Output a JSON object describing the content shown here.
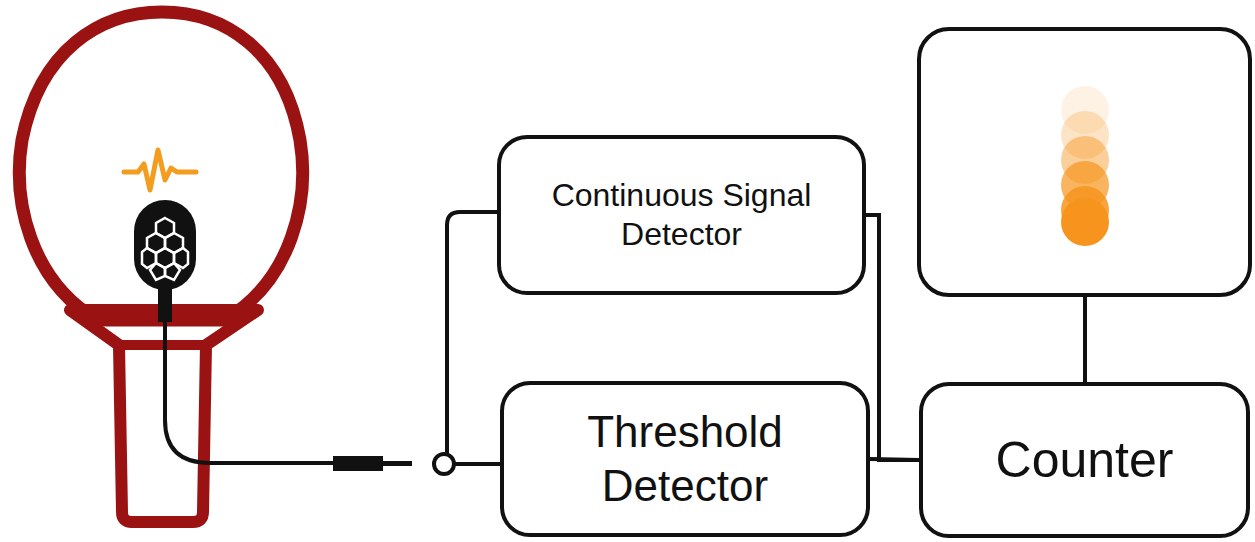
{
  "diagram": {
    "nodes": [
      {
        "text": [
          "Continuous Signal Detector"
        ]
      },
      {
        "text": [
          "Threshold Detector"
        ]
      },
      {
        "text": [
          "Counter"
        ]
      }
    ],
    "edges": [
      {
        "from": 0,
        "to": 2,
        "arrow": "none"
      },
      {
        "from": 1,
        "to": 2,
        "arrow": "none"
      }
    ]
  }
}
